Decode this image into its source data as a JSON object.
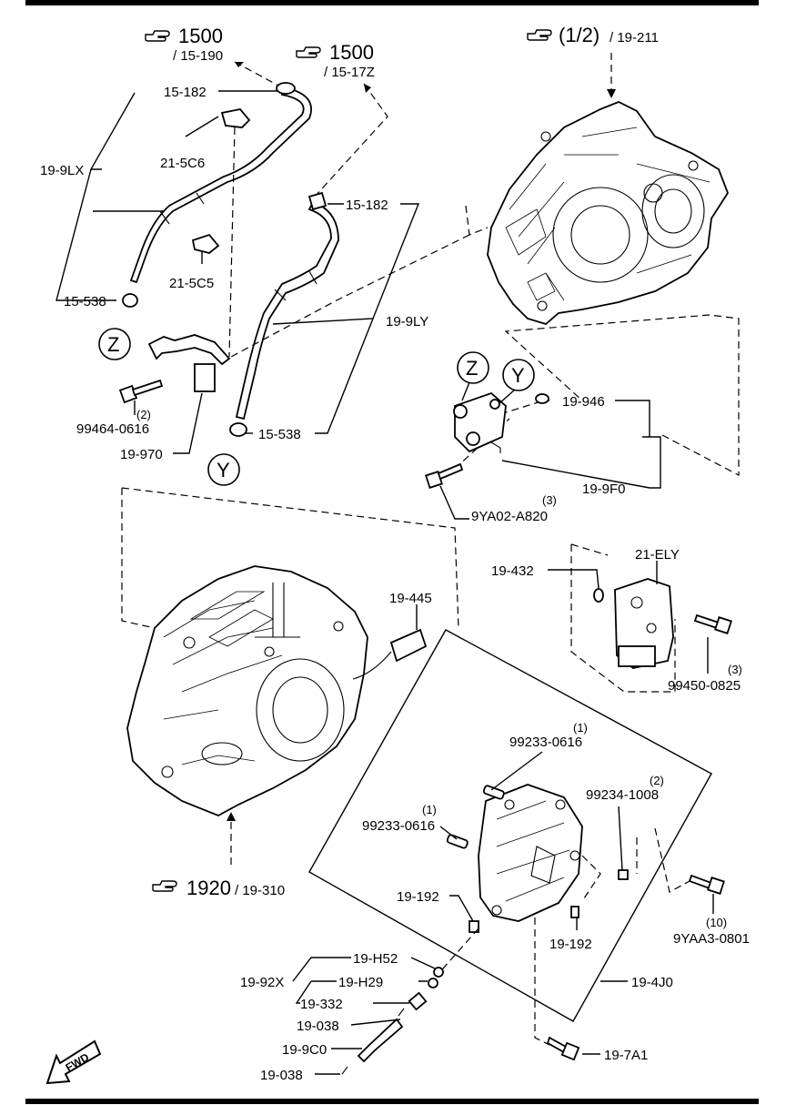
{
  "refs": {
    "r1500a_num": "1500",
    "r1500a_sub": "/ 15-190",
    "r1500b_num": "1500",
    "r1500b_sub": "/ 15-17Z",
    "r12_num": "(1/2)",
    "r12_sub": "/ 19-211",
    "r1920_num": "1920",
    "r1920_sub": "/ 19-310"
  },
  "callouts": {
    "c15182a": "15-182",
    "c19_9lx": "19-9LX",
    "c21_5c6": "21-5C6",
    "c21_5c5": "21-5C5",
    "c15_538a": "15-538",
    "c15182b": "15-182",
    "c19_9ly": "19-9LY",
    "c99464": "99464-0616",
    "c99464_qty": "(2)",
    "c19_970": "19-970",
    "c15_538b": "15-538",
    "c19_946": "19-946",
    "c19_9f0": "19-9F0",
    "c9ya02": "9YA02-A820",
    "c9ya02_qty": "(3)",
    "c19_432": "19-432",
    "c21_ely": "21-ELY",
    "c19_445": "19-445",
    "c99450": "99450-0825",
    "c99450_qty": "(3)",
    "c99233a": "99233-0616",
    "c99233a_qty": "(1)",
    "c99234": "99234-1008",
    "c99234_qty": "(2)",
    "c99233b": "99233-0616",
    "c99233b_qty": "(1)",
    "c19_192a": "19-192",
    "c9yaa3": "9YAA3-0801",
    "c9yaa3_qty": "(10)",
    "c19_192b": "19-192",
    "c19_h52": "19-H52",
    "c19_92x": "19-92X",
    "c19_h29": "19-H29",
    "c19_332": "19-332",
    "c19_4j0": "19-4J0",
    "c19_038a": "19-038",
    "c19_9c0": "19-9C0",
    "c19_7a1": "19-7A1",
    "c19_038b": "19-038"
  },
  "markers": {
    "z1": "Z",
    "y1": "Y",
    "z2": "Z",
    "y2": "Y"
  },
  "fwd": "FWD",
  "icons": {
    "ref": "pointing-hand-icon"
  },
  "colors": {
    "ink": "#000000",
    "paper": "#ffffff"
  }
}
